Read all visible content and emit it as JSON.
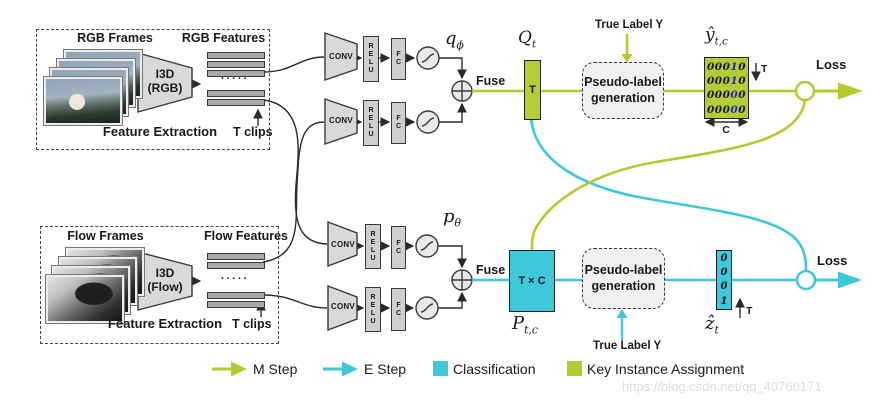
{
  "colors": {
    "m_step_green": "#b2cb2e",
    "e_step_cyan": "#3fc8da"
  },
  "feature_extraction_rgb": {
    "frames_label": "RGB Frames",
    "features_label": "RGB Features",
    "i3d_line1": "I3D",
    "i3d_line2": "(RGB)",
    "extraction_label": "Feature Extraction",
    "clips_label": "T clips",
    "dots": "·····"
  },
  "feature_extraction_flow": {
    "frames_label": "Flow Frames",
    "features_label": "Flow Features",
    "i3d_line1": "I3D",
    "i3d_line2": "(Flow)",
    "extraction_label": "Feature Extraction",
    "clips_label": "T clips",
    "dots": "·····"
  },
  "encoder_q": {
    "symbol_main": "q",
    "symbol_sub": "ϕ",
    "conv_label": "CONV",
    "relu_label": "RELU",
    "fc_label": "FC",
    "fuse_label": "Fuse"
  },
  "encoder_p": {
    "symbol_main": "p",
    "symbol_sub": "θ",
    "conv_label": "CONV",
    "relu_label": "RELU",
    "fc_label": "FC",
    "fuse_label": "Fuse"
  },
  "m_branch": {
    "q_symbol_main": "Q",
    "q_symbol_sub": "t",
    "q_bar_label": "T",
    "true_label": "True Label Y",
    "plg_line1": "Pseudo-label",
    "plg_line2": "generation",
    "yhat_main": "ŷ",
    "yhat_sub": "t,c",
    "matrix_rows": [
      {
        "pre": "000",
        "hl": "1",
        "post": "0"
      },
      {
        "pre": "000",
        "hl": "1",
        "post": "0"
      },
      {
        "pre": "000",
        "hl": "0",
        "post": "0"
      },
      {
        "pre": "000",
        "hl": "0",
        "post": "0"
      }
    ],
    "t_axis_label": "T",
    "c_axis_label": "C",
    "loss_label": "Loss"
  },
  "e_branch": {
    "box_label": "T × C",
    "p_symbol_main": "P",
    "p_symbol_sub": "t,c",
    "true_label": "True Label Y",
    "plg_line1": "Pseudo-label",
    "plg_line2": "generation",
    "z_symbol_main": "ẑ",
    "z_symbol_sub": "t",
    "vector_values": [
      "0",
      "0",
      "0",
      "1"
    ],
    "t_axis_label": "T",
    "loss_label": "Loss"
  },
  "legend": {
    "m_step": "M Step",
    "e_step": "E Step",
    "classification": "Classification",
    "key_instance": "Key Instance Assignment"
  },
  "watermark": "https://blog.csdn.net/qq_40760171"
}
